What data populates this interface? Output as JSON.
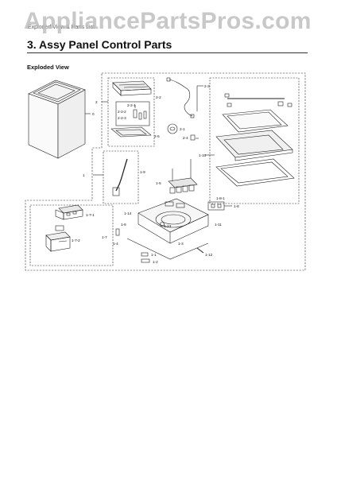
{
  "watermark": "AppliancePartsPros.com",
  "breadcrumb": "Exploded View & Parts List",
  "section_title": "3.  Assy Panel Control Parts",
  "subheading": "Exploded View",
  "callouts": {
    "c0": "0",
    "c1": "1",
    "c2": "2",
    "c2_1": "2-1",
    "c2_2": "2-2",
    "c2_2_1": "2-2-1",
    "c2_2_2": "2-2-2",
    "c2_2_3": "2-2-3",
    "c2_3": "2-3",
    "c2_4": "2-4",
    "c2_5": "2-5",
    "c1_1": "1-1",
    "c1_2": "1-2",
    "c1_3": "1-3",
    "c1_4": "1-4",
    "c1_5": "1-5",
    "c1_6": "1-6",
    "c1_7": "1-7",
    "c1_7_1": "1-7-1",
    "c1_7_2": "1-7-2",
    "c1_8": "1-8",
    "c1_8_1": "1-8-1",
    "c1_9": "1-9",
    "c1_10": "1-10",
    "c1_11": "1-11",
    "c1_12": "1-12",
    "c1_13": "1-13",
    "c1_14": "1-14"
  }
}
